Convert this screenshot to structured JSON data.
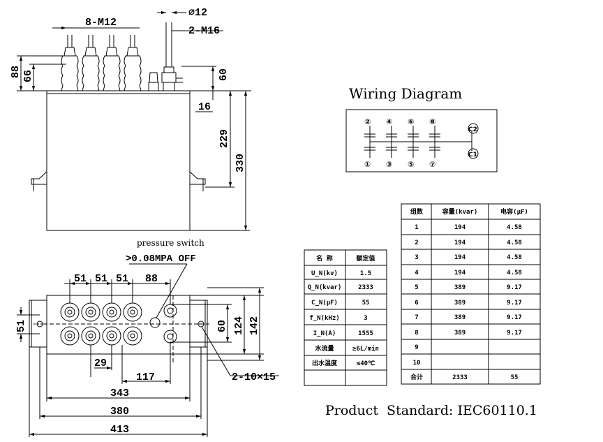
{
  "elevation": {
    "terminal_callout": "8-M12",
    "diameter_callout": "⌀12",
    "bolt_callout": "2-M16",
    "dim_88": "88",
    "dim_66": "66",
    "dim_60": "60",
    "dim_16": "16",
    "dim_229": "229",
    "dim_330": "330"
  },
  "plan": {
    "pressure_switch_label": "pressure switch",
    "pressure_setting": ">0.08MPA OFF",
    "dim_51a": "51",
    "dim_51b": "51",
    "dim_51c": "51",
    "dim_88": "88",
    "dim_51_left": "51",
    "dim_60": "60",
    "dim_124": "124",
    "dim_142": "142",
    "dim_29": "29",
    "dim_117": "117",
    "dim_343": "343",
    "dim_380": "380",
    "dim_413": "413",
    "hole_callout": "2-10×15"
  },
  "wiring": {
    "title": "Wiring Diagram",
    "top_terminals": [
      "②",
      "④",
      "⑥",
      "⑧"
    ],
    "bottom_terminals": [
      "①",
      "③",
      "⑤",
      "⑦"
    ],
    "c2": "C2",
    "c1": "C1"
  },
  "rated_table": {
    "headers": [
      "名 称",
      "额定值"
    ],
    "rows": [
      [
        "U_N(kv)",
        "1.5"
      ],
      [
        "Q_N(kvar)",
        "2333"
      ],
      [
        "C_N(μF)",
        "55"
      ],
      [
        "f_N(kHz)",
        "3"
      ],
      [
        "I_N(A)",
        "1555"
      ],
      [
        "水流量",
        "≥6L/min"
      ],
      [
        "出水温度",
        "≤40℃"
      ],
      [
        "",
        ""
      ]
    ]
  },
  "group_table": {
    "headers": [
      "组数",
      "容量(kvar)",
      "电容(μF)"
    ],
    "rows": [
      [
        "1",
        "194",
        "4.58"
      ],
      [
        "2",
        "194",
        "4.58"
      ],
      [
        "3",
        "194",
        "4.58"
      ],
      [
        "4",
        "194",
        "4.58"
      ],
      [
        "5",
        "389",
        "9.17"
      ],
      [
        "6",
        "389",
        "9.17"
      ],
      [
        "7",
        "389",
        "9.17"
      ],
      [
        "8",
        "389",
        "9.17"
      ],
      [
        "9",
        "",
        ""
      ],
      [
        "10",
        "",
        ""
      ],
      [
        "合计",
        "2333",
        "55"
      ]
    ]
  },
  "footer": {
    "standard": "Product  Standard: IEC60110.1"
  }
}
